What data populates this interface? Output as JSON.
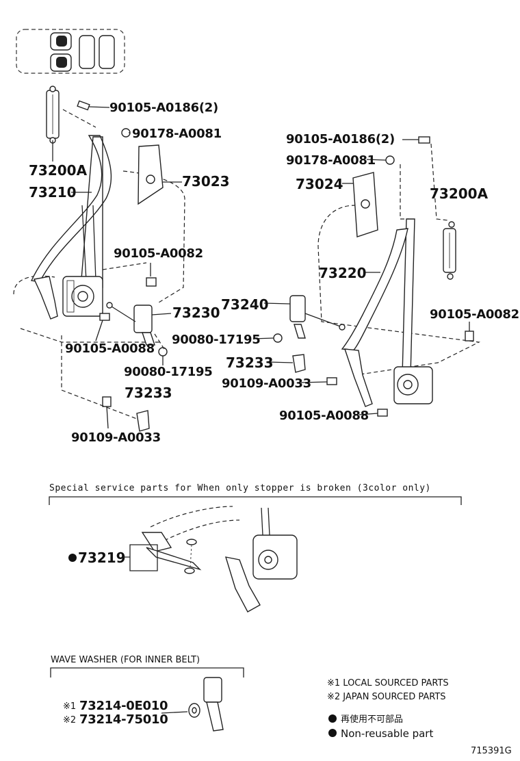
{
  "labels": {
    "left_bolt_top": "90105-A0186(2)",
    "left_nut_top": "90178-A0081",
    "left_adjuster": "73200A",
    "left_belt": "73210",
    "left_cover": "73023",
    "left_bolt_mid": "90105-A0082",
    "left_buckle": "73230",
    "left_bolt_low": "90105-A0088",
    "left_nut_low": "90080-17195",
    "left_stopper": "73233",
    "left_bolt_bottom": "90109-A0033",
    "right_bolt_top": "90105-A0186(2)",
    "right_nut_top": "90178-A0081",
    "right_cover": "73024",
    "right_adjuster": "73200A",
    "right_belt": "73220",
    "right_buckle": "73240",
    "right_bolt_mid": "90105-A0082",
    "right_nut_low": "90080-17195",
    "right_stopper": "73233",
    "right_bolt_bottom": "90109-A0033",
    "right_bolt_low": "90105-A0088"
  },
  "special": {
    "heading": "Special  service  parts  for  When  only  stopper  is  broken  (3color only)",
    "part": "73219"
  },
  "washer": {
    "heading": "WAVE WASHER (FOR INNER BELT)",
    "mark1": "※1",
    "part1": "73214-0E010",
    "mark2": "※2",
    "part2": "73214-75010"
  },
  "legend": {
    "line1": "※1 LOCAL SOURCED PARTS",
    "line2": "※2 JAPAN SOURCED PARTS",
    "line3": "再使用不可部品",
    "line4": "Non-reusable part"
  },
  "diagram_id": "715391G"
}
